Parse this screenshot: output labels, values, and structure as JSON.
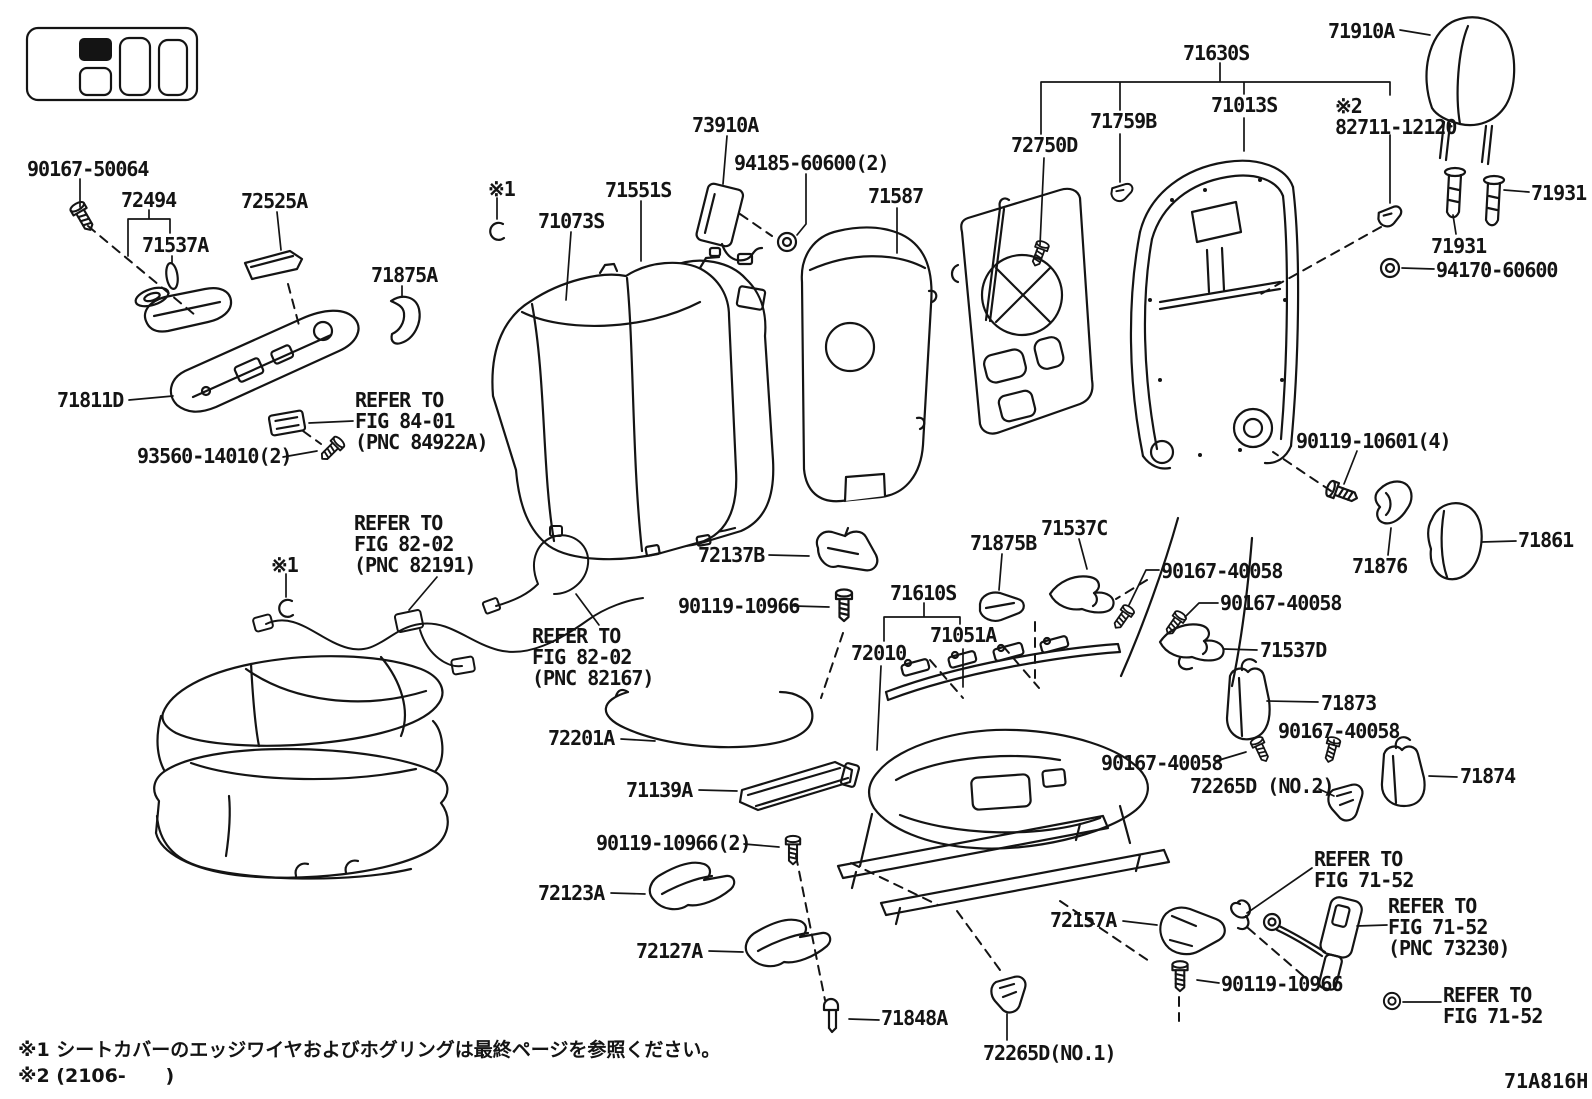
{
  "page": {
    "background": "#ffffff",
    "ink": "#141414",
    "figure_code": "71A816H"
  },
  "footnotes": {
    "note1": "※1 シートカバーのエッジワイヤおよびホグリングは最終ページを参照ください。",
    "note2": "※2 (2106-      )"
  },
  "labels": [
    {
      "name": "part-90167-50064",
      "text": "90167-50064"
    },
    {
      "name": "part-72494",
      "text": "72494"
    },
    {
      "name": "part-72525A",
      "text": "72525A"
    },
    {
      "name": "part-71537A",
      "text": "71537A"
    },
    {
      "name": "part-71875A",
      "text": "71875A"
    },
    {
      "name": "footnote-ref-1-top",
      "text": "※1"
    },
    {
      "name": "part-71073S",
      "text": "71073S"
    },
    {
      "name": "part-71551S",
      "text": "71551S"
    },
    {
      "name": "part-73910A",
      "text": "73910A"
    },
    {
      "name": "part-94185-60600",
      "text": "94185-60600(2)"
    },
    {
      "name": "part-71587",
      "text": "71587"
    },
    {
      "name": "part-72750D",
      "text": "72750D"
    },
    {
      "name": "part-71759B",
      "text": "71759B"
    },
    {
      "name": "part-71630S",
      "text": "71630S"
    },
    {
      "name": "part-71013S",
      "text": "71013S"
    },
    {
      "name": "part-82711-12120",
      "text": "※2\n82711-12120"
    },
    {
      "name": "part-71910A",
      "text": "71910A"
    },
    {
      "name": "part-71931-right",
      "text": "71931"
    },
    {
      "name": "part-71931-left",
      "text": "71931"
    },
    {
      "name": "part-94170-60600",
      "text": "94170-60600"
    },
    {
      "name": "part-71811D",
      "text": "71811D"
    },
    {
      "name": "ref-fig-84-01",
      "text": "REFER TO\nFIG 84-01\n(PNC 84922A)"
    },
    {
      "name": "part-93560-14010",
      "text": "93560-14010(2)"
    },
    {
      "name": "ref-fig-82-02-pnc82191",
      "text": "REFER TO\nFIG 82-02\n(PNC 82191)"
    },
    {
      "name": "footnote-ref-1-mid",
      "text": "※1"
    },
    {
      "name": "ref-fig-82-02-pnc82167",
      "text": "REFER TO\nFIG 82-02\n(PNC 82167)"
    },
    {
      "name": "part-90119-10601",
      "text": "90119-10601(4)"
    },
    {
      "name": "part-71861",
      "text": "71861"
    },
    {
      "name": "part-71876",
      "text": "71876"
    },
    {
      "name": "part-71537C",
      "text": "71537C"
    },
    {
      "name": "part-71875B",
      "text": "71875B"
    },
    {
      "name": "part-90167-40058-1",
      "text": "90167-40058"
    },
    {
      "name": "part-90167-40058-2",
      "text": "90167-40058"
    },
    {
      "name": "part-71537D",
      "text": "71537D"
    },
    {
      "name": "part-71873",
      "text": "71873"
    },
    {
      "name": "part-90167-40058-3",
      "text": "90167-40058"
    },
    {
      "name": "part-90167-40058-4",
      "text": "90167-40058"
    },
    {
      "name": "part-71874",
      "text": "71874"
    },
    {
      "name": "part-72265D-no2",
      "text": "72265D (NO.2)"
    },
    {
      "name": "part-72137B",
      "text": "72137B"
    },
    {
      "name": "part-90119-10966-mid",
      "text": "90119-10966"
    },
    {
      "name": "part-71610S",
      "text": "71610S"
    },
    {
      "name": "part-71051A",
      "text": "71051A"
    },
    {
      "name": "part-72010",
      "text": "72010"
    },
    {
      "name": "part-72201A",
      "text": "72201A"
    },
    {
      "name": "part-71139A",
      "text": "71139A"
    },
    {
      "name": "part-90119-10966-2",
      "text": "90119-10966(2)"
    },
    {
      "name": "part-72123A",
      "text": "72123A"
    },
    {
      "name": "part-72127A",
      "text": "72127A"
    },
    {
      "name": "part-71848A",
      "text": "71848A"
    },
    {
      "name": "part-72157A",
      "text": "72157A"
    },
    {
      "name": "part-90119-10966-bot",
      "text": "90119-10966"
    },
    {
      "name": "part-72265D-no1",
      "text": "72265D(NO.1)"
    },
    {
      "name": "ref-fig-71-52-a",
      "text": "REFER TO\nFIG 71-52"
    },
    {
      "name": "ref-fig-71-52-b",
      "text": "REFER TO\nFIG 71-52\n(PNC 73230)"
    },
    {
      "name": "ref-fig-71-52-c",
      "text": "REFER TO\nFIG 71-52"
    }
  ]
}
